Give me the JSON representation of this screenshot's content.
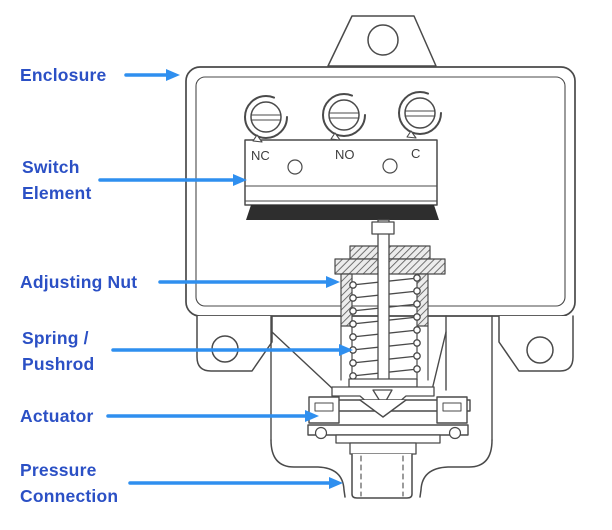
{
  "diagram": {
    "subject": "pressure-switch-cutaway",
    "colors": {
      "label_text": "#2b50c5",
      "arrow": "#2f8fef",
      "line": "#4a4a4a",
      "switch_base_bar": "#2e2e2e",
      "background": "#ffffff"
    },
    "callouts": {
      "enclosure": "Enclosure",
      "switch_element": "Switch\nElement",
      "adjusting_nut": "Adjusting Nut",
      "spring_pushrod": "Spring /\nPushrod",
      "actuator": "Actuator",
      "pressure_connection": "Pressure\nConnection"
    },
    "terminals": {
      "nc": "NC",
      "no": "NO",
      "c": "C"
    }
  }
}
